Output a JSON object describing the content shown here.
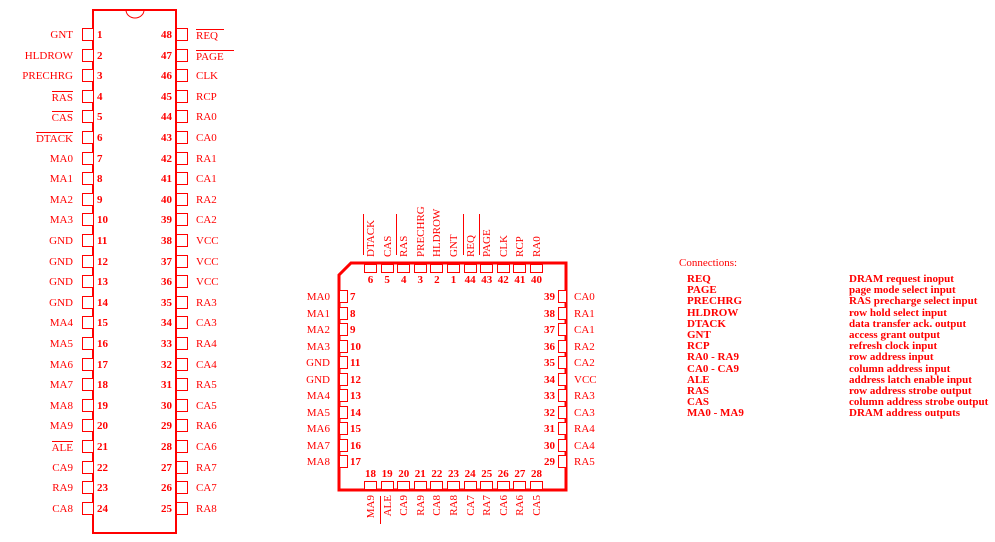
{
  "dip": {
    "left": [
      {
        "num": "1",
        "name": "GNT",
        "bar": false
      },
      {
        "num": "2",
        "name": "HLDROW",
        "bar": false
      },
      {
        "num": "3",
        "name": "PRECHRG",
        "bar": false
      },
      {
        "num": "4",
        "name": "RAS",
        "bar": true
      },
      {
        "num": "5",
        "name": "CAS",
        "bar": true
      },
      {
        "num": "6",
        "name": "DTACK",
        "bar": true
      },
      {
        "num": "7",
        "name": "MA0",
        "bar": false
      },
      {
        "num": "8",
        "name": "MA1",
        "bar": false
      },
      {
        "num": "9",
        "name": "MA2",
        "bar": false
      },
      {
        "num": "10",
        "name": "MA3",
        "bar": false
      },
      {
        "num": "11",
        "name": "GND",
        "bar": false
      },
      {
        "num": "12",
        "name": "GND",
        "bar": false
      },
      {
        "num": "13",
        "name": "GND",
        "bar": false
      },
      {
        "num": "14",
        "name": "GND",
        "bar": false
      },
      {
        "num": "15",
        "name": "MA4",
        "bar": false
      },
      {
        "num": "16",
        "name": "MA5",
        "bar": false
      },
      {
        "num": "17",
        "name": "MA6",
        "bar": false
      },
      {
        "num": "18",
        "name": "MA7",
        "bar": false
      },
      {
        "num": "19",
        "name": "MA8",
        "bar": false
      },
      {
        "num": "20",
        "name": "MA9",
        "bar": false
      },
      {
        "num": "21",
        "name": "ALE",
        "bar": true
      },
      {
        "num": "22",
        "name": "CA9",
        "bar": false
      },
      {
        "num": "23",
        "name": "RA9",
        "bar": false
      },
      {
        "num": "24",
        "name": "CA8",
        "bar": false
      }
    ],
    "right": [
      {
        "num": "48",
        "name": "REQ",
        "bar": true
      },
      {
        "num": "47",
        "name": "PAGE",
        "bar": true
      },
      {
        "num": "46",
        "name": "CLK",
        "bar": false
      },
      {
        "num": "45",
        "name": "RCP",
        "bar": false
      },
      {
        "num": "44",
        "name": "RA0",
        "bar": false
      },
      {
        "num": "43",
        "name": "CA0",
        "bar": false
      },
      {
        "num": "42",
        "name": "RA1",
        "bar": false
      },
      {
        "num": "41",
        "name": "CA1",
        "bar": false
      },
      {
        "num": "40",
        "name": "RA2",
        "bar": false
      },
      {
        "num": "39",
        "name": "CA2",
        "bar": false
      },
      {
        "num": "38",
        "name": "VCC",
        "bar": false
      },
      {
        "num": "37",
        "name": "VCC",
        "bar": false
      },
      {
        "num": "36",
        "name": "VCC",
        "bar": false
      },
      {
        "num": "35",
        "name": "RA3",
        "bar": false
      },
      {
        "num": "34",
        "name": "CA3",
        "bar": false
      },
      {
        "num": "33",
        "name": "RA4",
        "bar": false
      },
      {
        "num": "32",
        "name": "CA4",
        "bar": false
      },
      {
        "num": "31",
        "name": "RA5",
        "bar": false
      },
      {
        "num": "30",
        "name": "CA5",
        "bar": false
      },
      {
        "num": "29",
        "name": "RA6",
        "bar": false
      },
      {
        "num": "28",
        "name": "CA6",
        "bar": false
      },
      {
        "num": "27",
        "name": "RA7",
        "bar": false
      },
      {
        "num": "26",
        "name": "CA7",
        "bar": false
      },
      {
        "num": "25",
        "name": "RA8",
        "bar": false
      }
    ]
  },
  "plcc": {
    "top": [
      {
        "num": "6",
        "name": "DTACK",
        "bar": true
      },
      {
        "num": "5",
        "name": "CAS",
        "bar": false
      },
      {
        "num": "4",
        "name": "RAS",
        "bar": true
      },
      {
        "num": "3",
        "name": "PRECHRG",
        "bar": false
      },
      {
        "num": "2",
        "name": "HLDROW",
        "bar": false
      },
      {
        "num": "1",
        "name": "GNT",
        "bar": false
      },
      {
        "num": "44",
        "name": "REQ",
        "bar": true
      },
      {
        "num": "43",
        "name": "PAGE",
        "bar": true
      },
      {
        "num": "42",
        "name": "CLK",
        "bar": false
      },
      {
        "num": "41",
        "name": "RCP",
        "bar": false
      },
      {
        "num": "40",
        "name": "RA0",
        "bar": false
      }
    ],
    "left": [
      {
        "num": "7",
        "name": "MA0"
      },
      {
        "num": "8",
        "name": "MA1"
      },
      {
        "num": "9",
        "name": "MA2"
      },
      {
        "num": "10",
        "name": "MA3"
      },
      {
        "num": "11",
        "name": "GND"
      },
      {
        "num": "12",
        "name": "GND"
      },
      {
        "num": "13",
        "name": "MA4"
      },
      {
        "num": "14",
        "name": "MA5"
      },
      {
        "num": "15",
        "name": "MA6"
      },
      {
        "num": "16",
        "name": "MA7"
      },
      {
        "num": "17",
        "name": "MA8"
      }
    ],
    "right": [
      {
        "num": "39",
        "name": "CA0"
      },
      {
        "num": "38",
        "name": "RA1"
      },
      {
        "num": "37",
        "name": "CA1"
      },
      {
        "num": "36",
        "name": "RA2"
      },
      {
        "num": "35",
        "name": "CA2"
      },
      {
        "num": "34",
        "name": "VCC"
      },
      {
        "num": "33",
        "name": "RA3"
      },
      {
        "num": "32",
        "name": "CA3"
      },
      {
        "num": "31",
        "name": "RA4"
      },
      {
        "num": "30",
        "name": "CA4"
      },
      {
        "num": "29",
        "name": "RA5"
      }
    ],
    "bottom": [
      {
        "num": "18",
        "name": "MA9",
        "bar": false
      },
      {
        "num": "19",
        "name": "ALE",
        "bar": true
      },
      {
        "num": "20",
        "name": "CA9",
        "bar": false
      },
      {
        "num": "21",
        "name": "RA9",
        "bar": false
      },
      {
        "num": "22",
        "name": "CA8",
        "bar": false
      },
      {
        "num": "23",
        "name": "RA8",
        "bar": false
      },
      {
        "num": "24",
        "name": "CA7",
        "bar": false
      },
      {
        "num": "25",
        "name": "RA7",
        "bar": false
      },
      {
        "num": "26",
        "name": "CA6",
        "bar": false
      },
      {
        "num": "27",
        "name": "RA6",
        "bar": false
      },
      {
        "num": "28",
        "name": "CA5",
        "bar": false
      }
    ]
  },
  "connections": {
    "title": "Connections:",
    "items": [
      {
        "signal": "REQ",
        "desc": "DRAM request inoput"
      },
      {
        "signal": "PAGE",
        "desc": "page mode select input"
      },
      {
        "signal": "PRECHRG",
        "desc": "RAS precharge select input"
      },
      {
        "signal": "HLDROW",
        "desc": "row hold select input"
      },
      {
        "signal": "DTACK",
        "desc": "data transfer ack. output"
      },
      {
        "signal": "GNT",
        "desc": "access grant output"
      },
      {
        "signal": "RCP",
        "desc": "refresh clock input"
      },
      {
        "signal": "RA0 - RA9",
        "desc": "row address input"
      },
      {
        "signal": "CA0 - CA9",
        "desc": "column address input"
      },
      {
        "signal": "ALE",
        "desc": "address latch enable input"
      },
      {
        "signal": "RAS",
        "desc": "row address strobe output"
      },
      {
        "signal": "CAS",
        "desc": "column address strobe output"
      },
      {
        "signal": "MA0 - MA9",
        "desc": "DRAM address outputs"
      }
    ]
  },
  "colors": {
    "ink": "#ff0000"
  }
}
